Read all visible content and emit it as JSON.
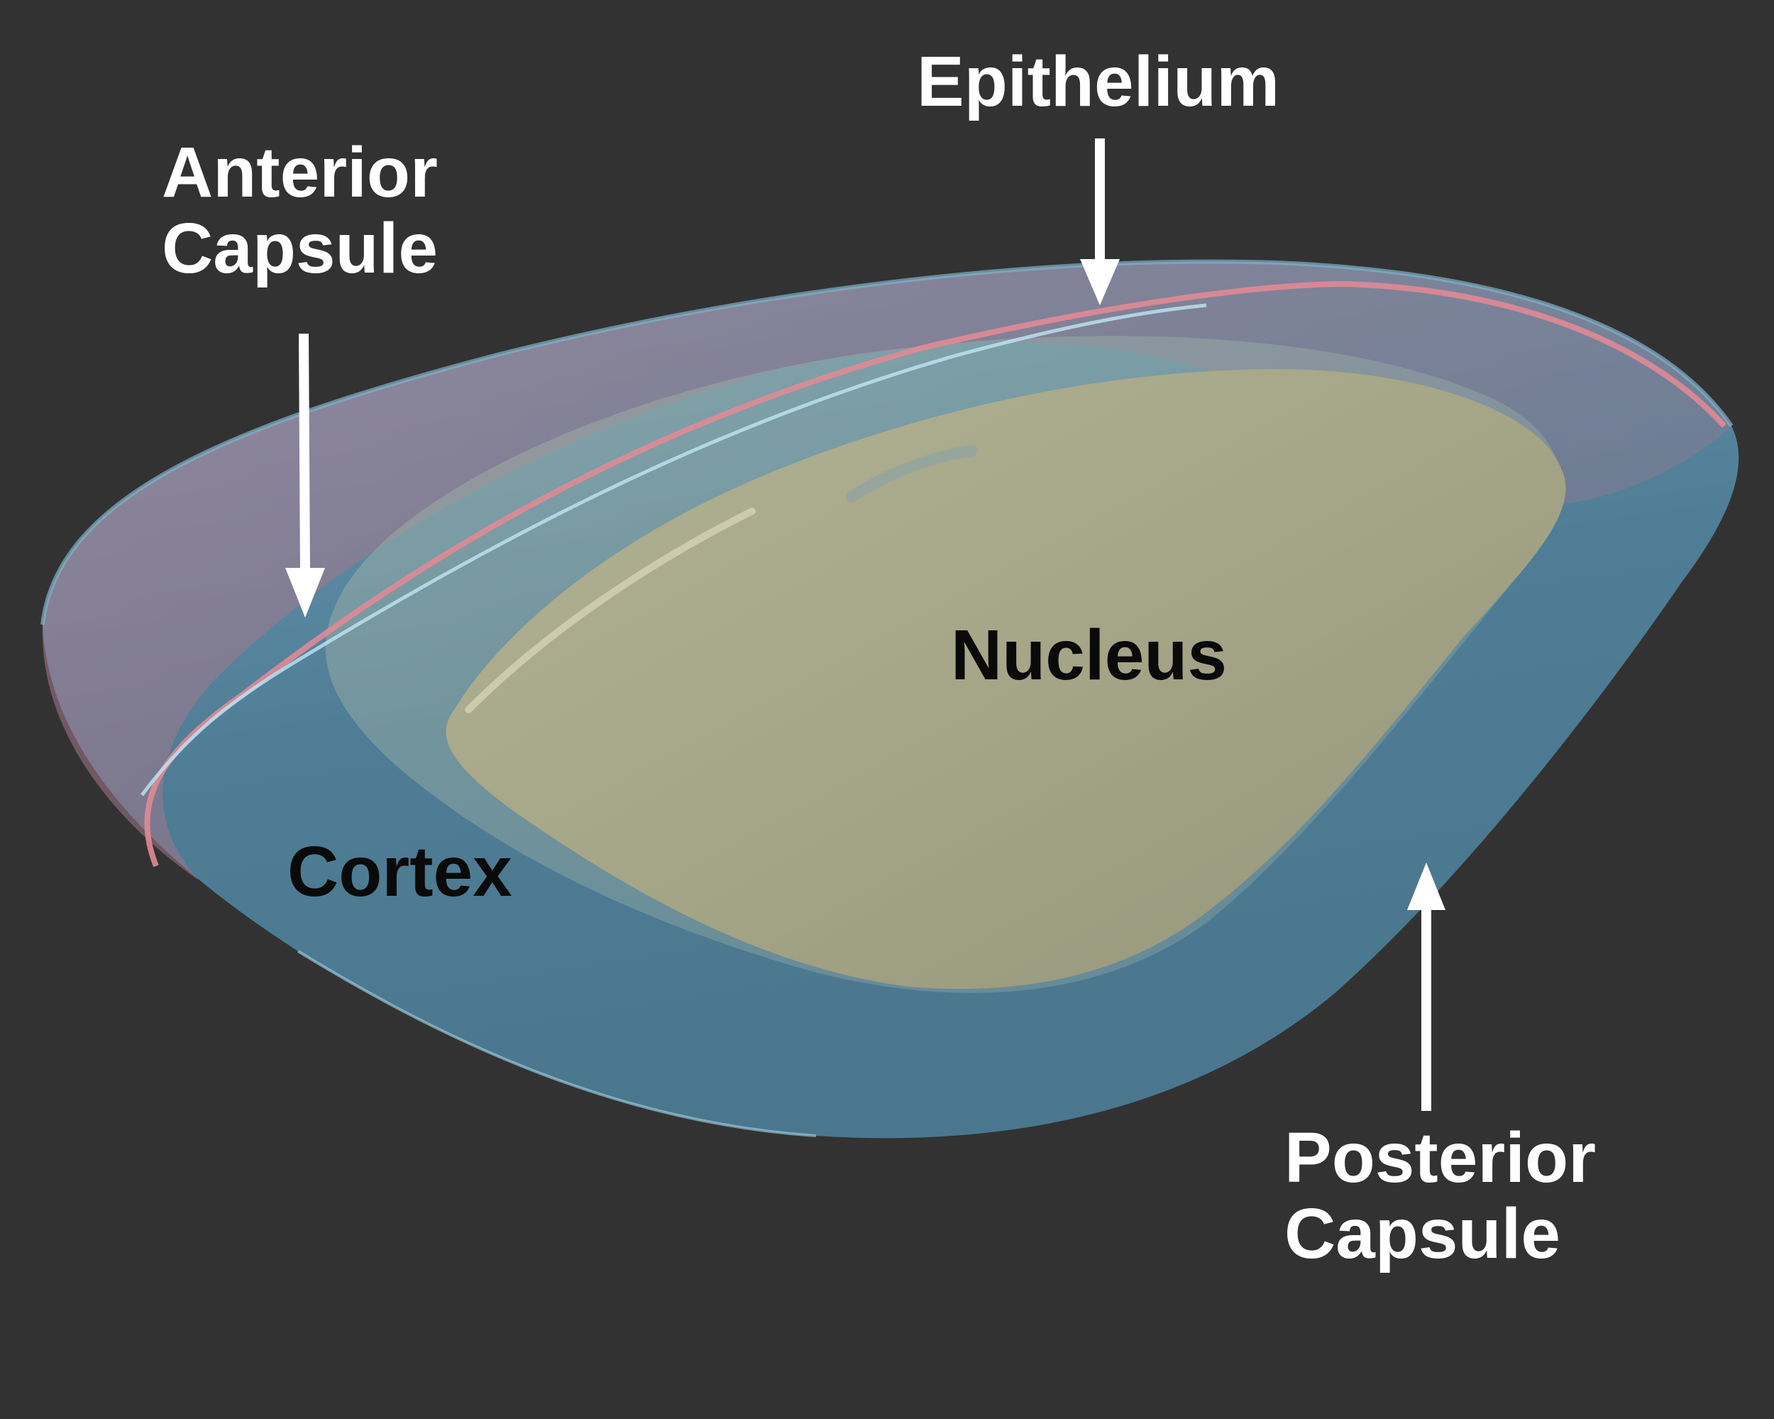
{
  "labels": {
    "epithelium": "Epithelium",
    "anterior_capsule": [
      "Anterior",
      "Capsule"
    ],
    "posterior_capsule": [
      "Posterior",
      "Capsule"
    ],
    "nucleus": "Nucleus",
    "cortex": "Cortex"
  },
  "colors": {
    "background": "#323232",
    "cortex": "#4e7d95",
    "capsule": "#6f9fb6",
    "epithelium": "#d9808e",
    "nucleus": "#a8a888",
    "label_light": "#ffffff",
    "label_dark": "#0a0a0a"
  }
}
